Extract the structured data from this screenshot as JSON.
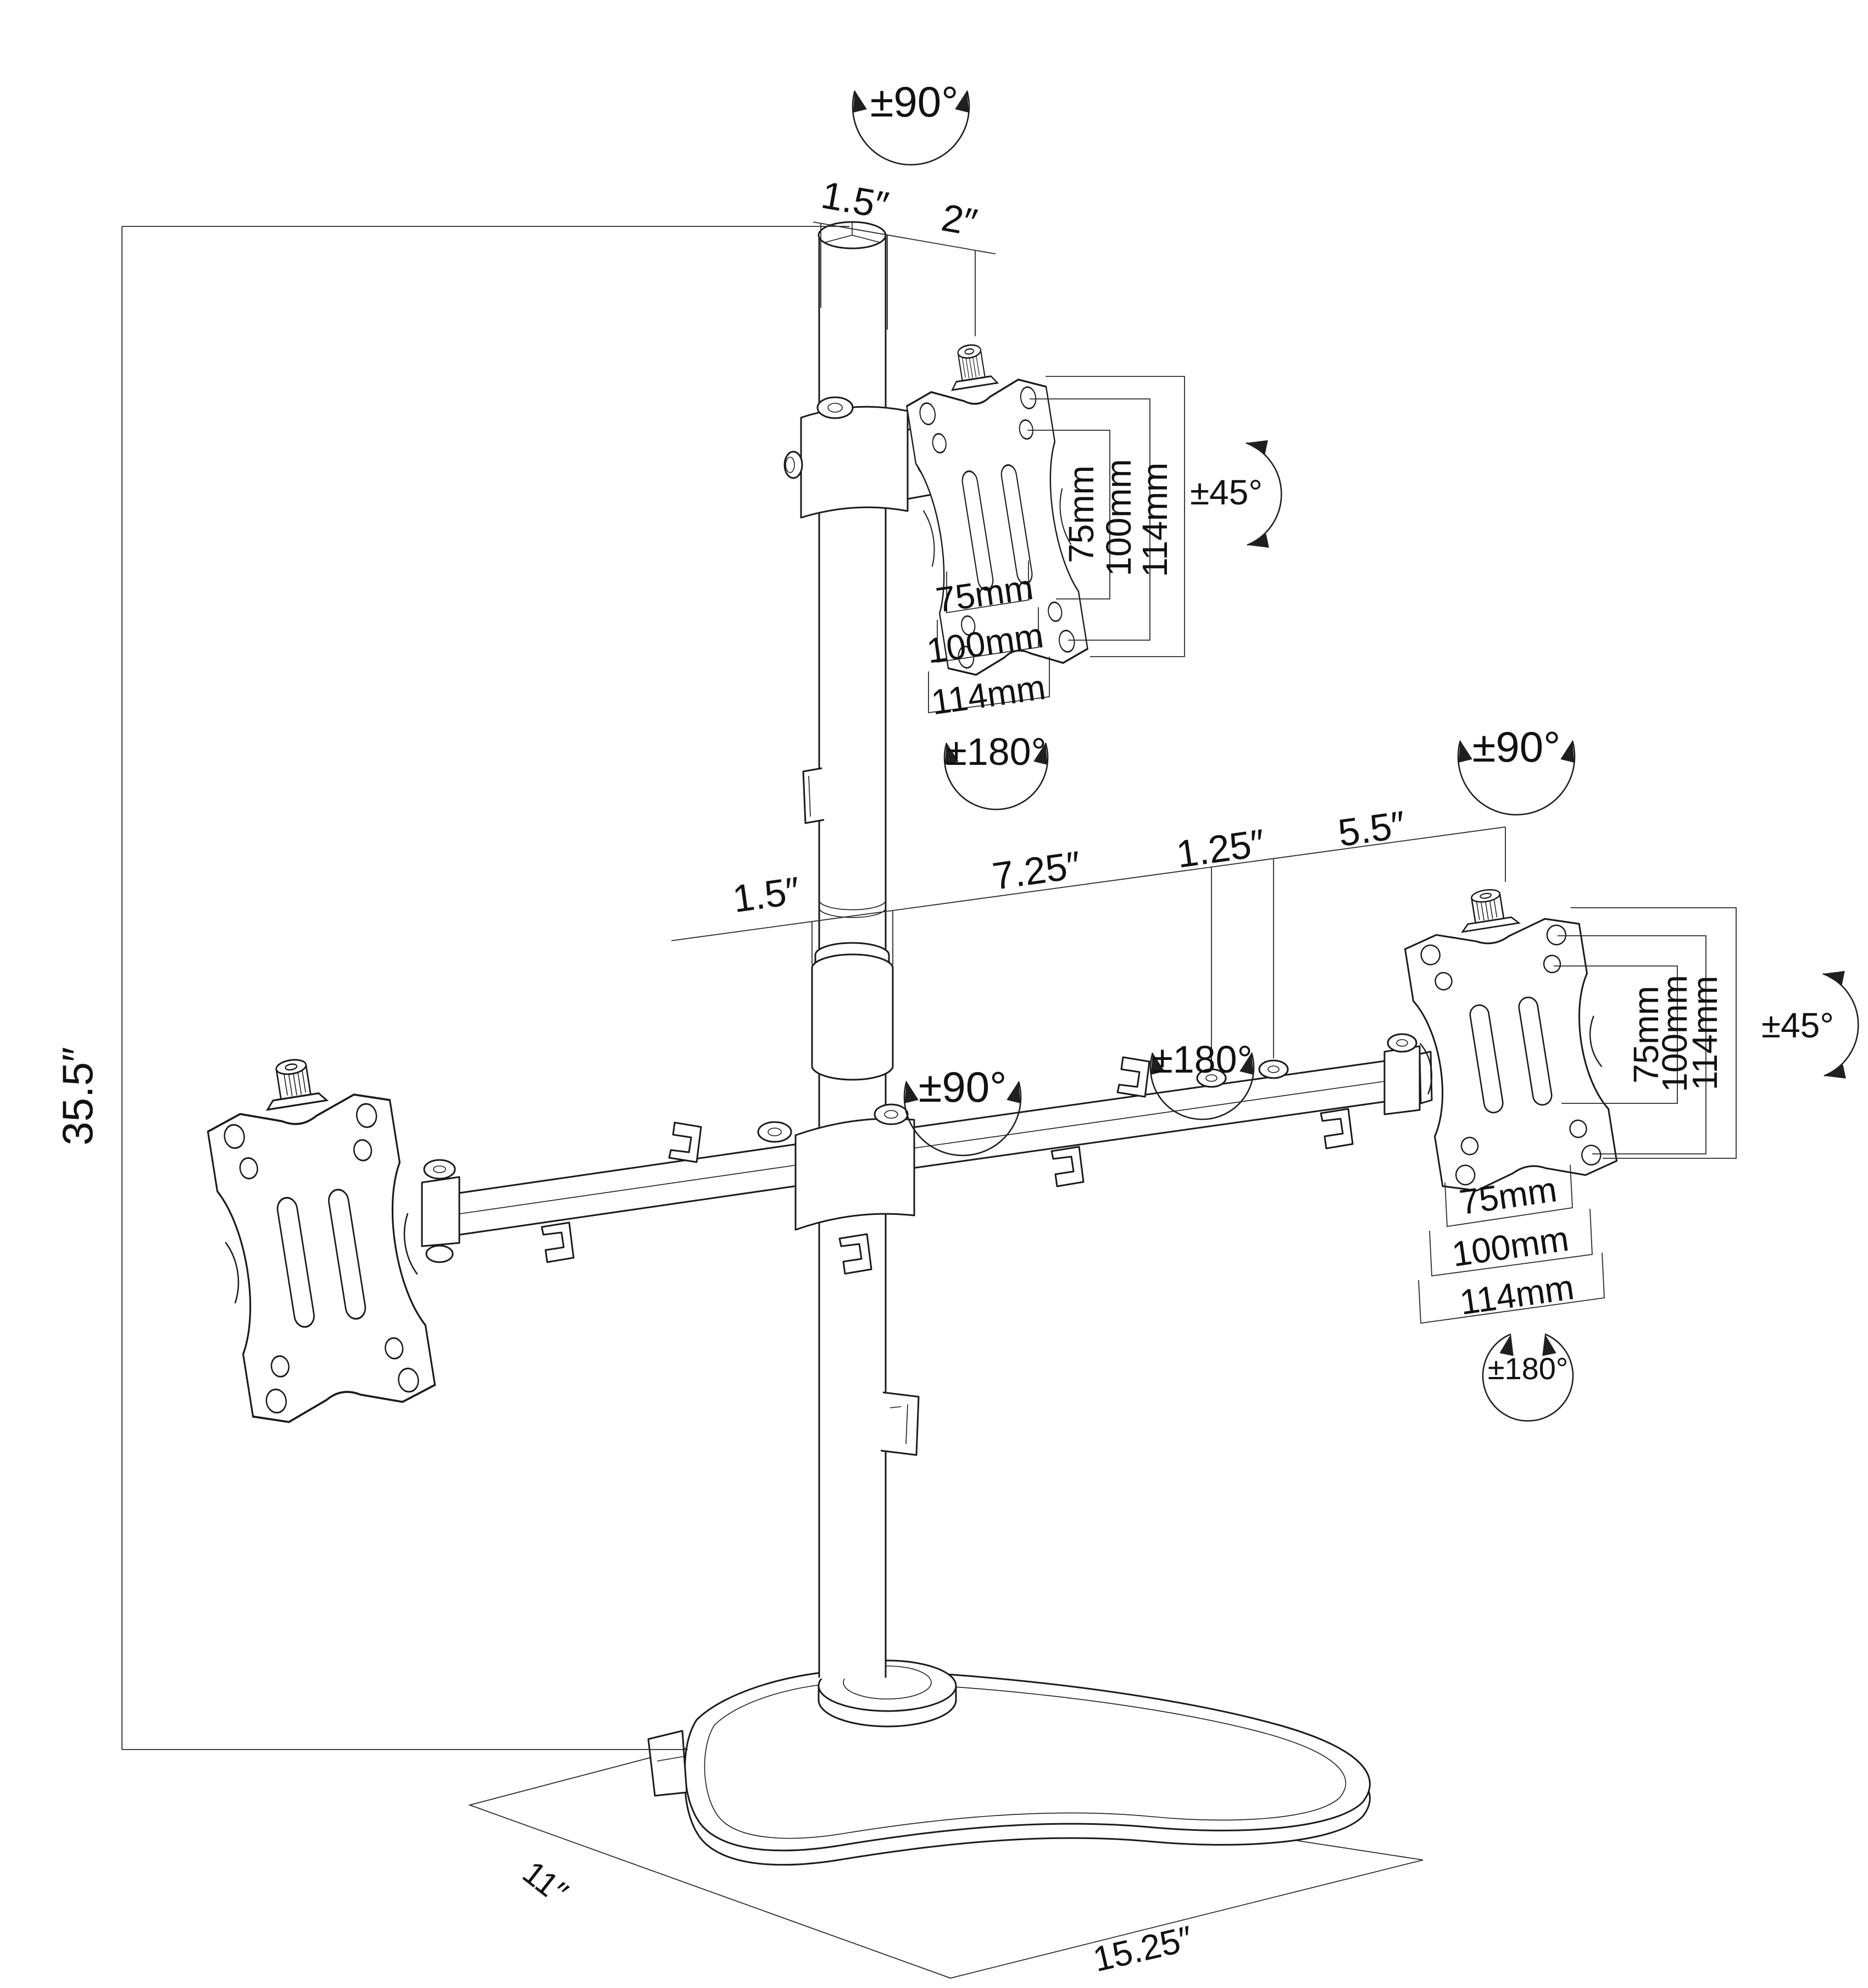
{
  "figure": {
    "kind": "technical-dimension-drawing",
    "subject": "Triple monitor free-standing desk mount with articulating arms",
    "background_color": "#ffffff",
    "line_color": "#1a1a1a"
  },
  "labels": {
    "pole_swivel": "±90°",
    "pole_diameter": "1.5″",
    "top_mount_offset": "2″",
    "overall_height": "35.5″",
    "top_vesa": {
      "vertical": [
        "75mm",
        "100mm",
        "114mm"
      ],
      "horizontal": [
        "75mm",
        "100mm",
        "114mm"
      ],
      "tilt": "±45°",
      "swivel": "±180°"
    },
    "arm": {
      "collar_diameter": "1.5″",
      "left_reach": "7.25″",
      "joint": "1.25″",
      "right_reach": "5.5″",
      "center_swivel": "±90°",
      "elbow_swivel": "±180°",
      "end_swivel": "±90°"
    },
    "right_vesa": {
      "vertical": [
        "75mm",
        "100mm",
        "114mm"
      ],
      "horizontal": [
        "75mm",
        "100mm",
        "114mm"
      ],
      "tilt": "±45°",
      "rotation": "±180°"
    },
    "base": {
      "depth": "11″",
      "width": "15.25″"
    }
  }
}
